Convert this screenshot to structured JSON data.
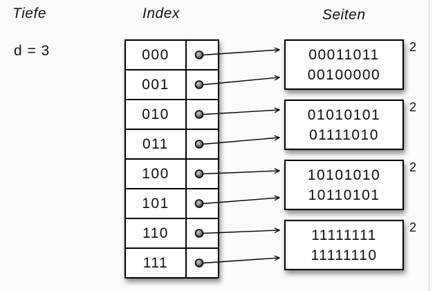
{
  "labels": {
    "depth_header": "Tiefe",
    "depth_value": "d = 3",
    "index_header": "Index",
    "pages_header": "Seiten"
  },
  "index_table": {
    "rows": [
      "000",
      "001",
      "010",
      "011",
      "100",
      "101",
      "110",
      "111"
    ]
  },
  "pages": [
    {
      "entries": [
        "00011011",
        "00100000"
      ],
      "local_depth": "2"
    },
    {
      "entries": [
        "01010101",
        "01111010"
      ],
      "local_depth": "2"
    },
    {
      "entries": [
        "10101010",
        "10110101"
      ],
      "local_depth": "2"
    },
    {
      "entries": [
        "11111111",
        "11111110"
      ],
      "local_depth": "2"
    }
  ],
  "colors": {
    "line": "#000000",
    "background": "#fbfbfb",
    "box_fill": "#ffffff"
  }
}
